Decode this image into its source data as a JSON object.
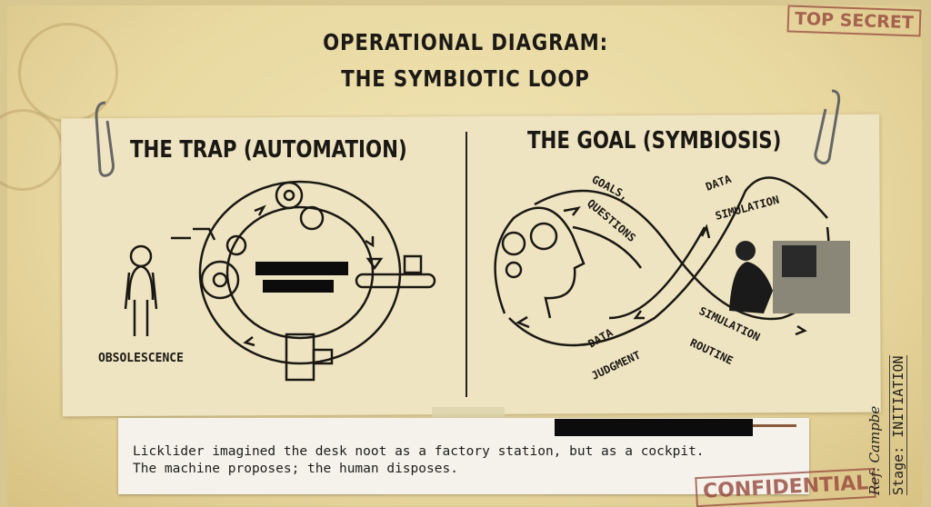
{
  "title": {
    "line1": "OPERATIONAL DIAGRAM:",
    "line2": "THE SYMBIOTIC LOOP"
  },
  "left_panel": {
    "heading": "THE TRAP (AUTOMATION)",
    "label": "OBSOLESCENCE"
  },
  "right_panel": {
    "heading": "THE GOAL (SYMBIOSIS)",
    "labels": {
      "goals": "GOALS,",
      "questions": "QUESTIONS",
      "data_top": "DATA",
      "simulation_top": "SIMULATION",
      "data_bottom": "DATA",
      "judgment": "JUDGMENT",
      "simulation_bottom": "SIMULATION",
      "routine": "ROUTINE"
    }
  },
  "caption": {
    "line1": "Licklider imagined the desk noot as a factory station, but as a cockpit.",
    "line2": "The machine proposes; the human disposes."
  },
  "stamps": {
    "top": "TOP SECRET",
    "bottom": "CONFIDENTIAL"
  },
  "side_notes": {
    "ref": "Ref: Campbe",
    "stage": "Stage: INITIATION"
  },
  "colors": {
    "paper": "#e8d8a0",
    "ink": "#1a1814",
    "stamp": "#96463c"
  }
}
